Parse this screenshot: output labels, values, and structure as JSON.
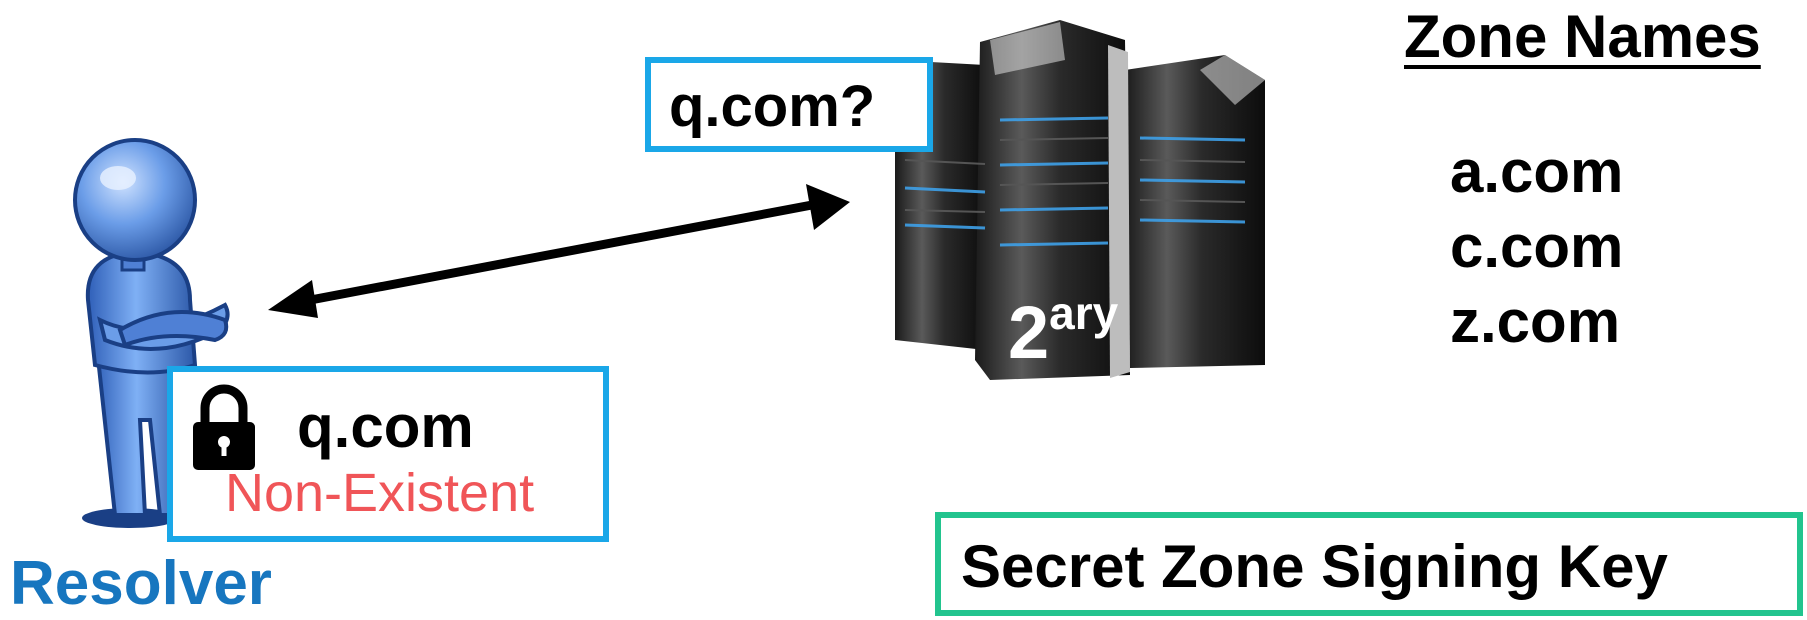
{
  "query": {
    "text": "q.com?"
  },
  "answer": {
    "name": "q.com",
    "status": "Non-Existent"
  },
  "resolver": {
    "label": "Resolver"
  },
  "server": {
    "label_main": "2",
    "label_sup": "ary"
  },
  "zones": {
    "title": "Zone Names",
    "items": [
      "a.com",
      "c.com",
      "z.com"
    ]
  },
  "key": {
    "label": "Secret Zone Signing Key"
  },
  "colors": {
    "box_border": "#1aa7e8",
    "key_border": "#22c48e",
    "status_text": "#f05558",
    "resolver_text": "#1776bf",
    "person_fill": "#5b8fe0"
  },
  "icons": [
    "person-icon",
    "lock-icon",
    "server-icon",
    "arrow-bidirectional"
  ]
}
